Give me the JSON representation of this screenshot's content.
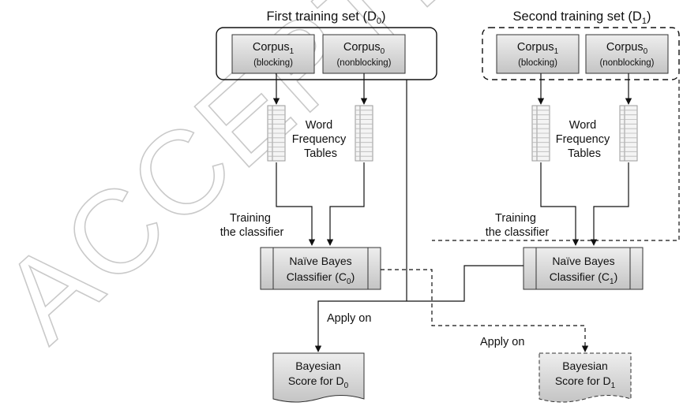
{
  "watermark": "ACCEPTED",
  "set0": {
    "title": "First training set (D",
    "title_sub": "0",
    "title_close": ")",
    "corpus1": {
      "label": "Corpus",
      "sub": "1",
      "desc": "(blocking)"
    },
    "corpus0": {
      "label": "Corpus",
      "sub": "0",
      "desc": "(nonblocking)"
    },
    "tables_label": [
      "Word",
      "Frequency",
      "Tables"
    ],
    "training_label": [
      "Training",
      "the classifier"
    ],
    "classifier": {
      "line1": "Naïve Bayes",
      "line2": "Classifier (C",
      "sub": "0",
      "close": ")"
    },
    "apply_label": "Apply on",
    "score": {
      "line1": "Bayesian",
      "line2": "Score for D",
      "sub": "0"
    }
  },
  "set1": {
    "title": "Second training set (D",
    "title_sub": "1",
    "title_close": ")",
    "corpus1": {
      "label": "Corpus",
      "sub": "1",
      "desc": "(blocking)"
    },
    "corpus0": {
      "label": "Corpus",
      "sub": "0",
      "desc": "(nonblocking)"
    },
    "tables_label": [
      "Word",
      "Frequency",
      "Tables"
    ],
    "training_label": [
      "Training",
      "the classifier"
    ],
    "classifier": {
      "line1": "Naïve Bayes",
      "line2": "Classifier (C",
      "sub": "1",
      "close": ")"
    },
    "apply_label": "Apply on",
    "score": {
      "line1": "Bayesian",
      "line2": "Score for D",
      "sub": "1"
    }
  }
}
